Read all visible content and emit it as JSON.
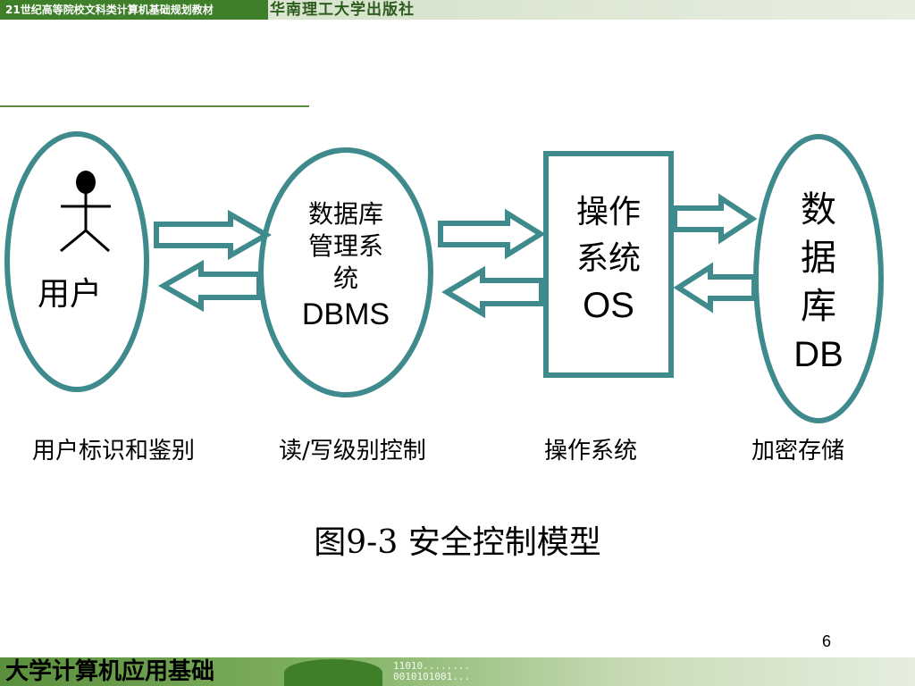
{
  "header": {
    "series": "21世纪高等院校文科类计算机基础规划教材",
    "publisher": "华南理工大学出版社"
  },
  "diagram": {
    "user": {
      "label": "用户"
    },
    "dbms": {
      "line1": "数据库",
      "line2": "管理系",
      "line3": "统",
      "abbr": "DBMS"
    },
    "os": {
      "line1": "操作",
      "line2": "系统",
      "abbr": "OS"
    },
    "db": {
      "c1": "数",
      "c2": "据",
      "c3": "库",
      "abbr": "DB"
    },
    "captions": [
      "用户标识和鉴别",
      "读/写级别控制",
      "操作系统",
      "加密存储"
    ],
    "stroke_color": "#3f8a8c"
  },
  "figure_title": "图9-3  安全控制模型",
  "page_number": "6",
  "footer": {
    "title": "大学计算机应用基础",
    "code_line1": "11010........",
    "code_line2": "0010101001..."
  }
}
